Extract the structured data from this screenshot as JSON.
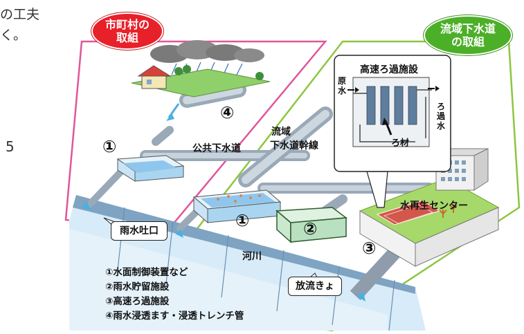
{
  "margin_text": {
    "line1": "の工夫",
    "line2": "く。",
    "page_number": "5"
  },
  "badges": {
    "municipal": {
      "line1": "市町村の",
      "line2": "取組",
      "color": "#e8202a"
    },
    "regional": {
      "line1": "流域下水道",
      "line2": "の取組",
      "color": "#4caf28"
    }
  },
  "labels": {
    "public_sewer": "公共下水道",
    "trunk_line_1": "流域",
    "trunk_line_2": "下水道幹線",
    "filtration_title": "高速ろ過施設",
    "raw_water_1": "原",
    "raw_water_2": "水",
    "filtered_water_1": "ろ",
    "filtered_water_2": "過",
    "filtered_water_3": "水",
    "filter_media": "ろ材",
    "water_center": "水再生センター",
    "river": "河川",
    "outfall": "雨水吐口",
    "discharge": "放流きょ"
  },
  "markers": [
    "①",
    "①",
    "②",
    "③",
    "④"
  ],
  "legend": [
    "①水面制御装置など",
    "②雨水貯留施設",
    "③高速ろ過施設",
    "④雨水浸透ます・浸透トレンチ管"
  ],
  "colors": {
    "municipal_border": "#e0559a",
    "regional_border": "#8cc63f",
    "pipe": "#aab7c4",
    "river": "#cfe3f2",
    "water": "#8fc6ee",
    "ground": "#a6d86a"
  }
}
